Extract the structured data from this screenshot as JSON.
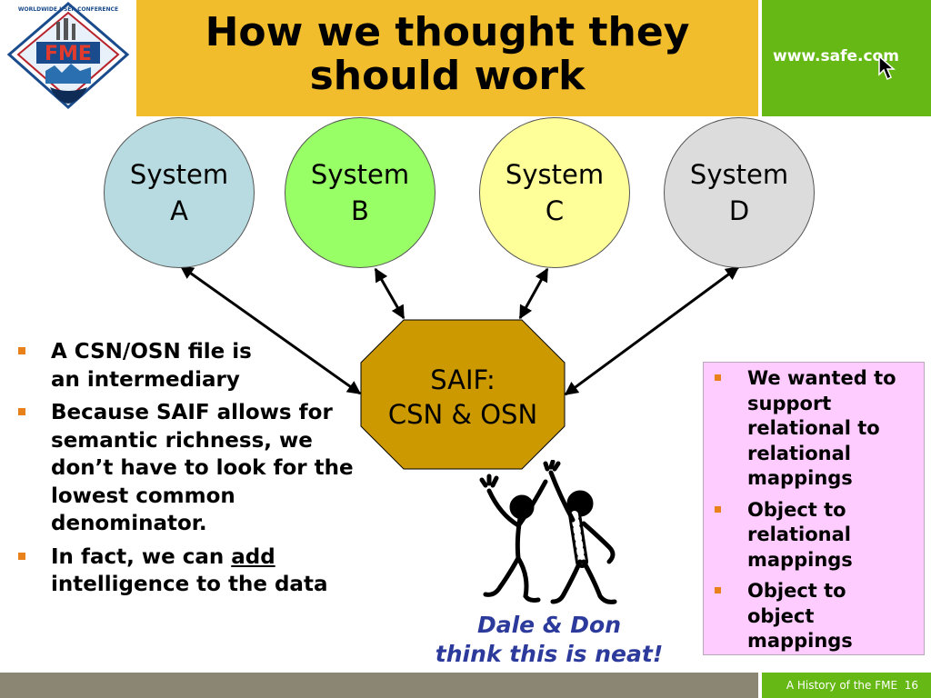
{
  "title": {
    "line1": "How we thought they",
    "line2": "should work"
  },
  "website": "www.safe.com",
  "logo": {
    "arc_text": "WORLDWIDE USER CONFERENCE",
    "letters": "FME",
    "icon": "fme-conference-logo"
  },
  "systems": [
    {
      "line1": "System",
      "line2": "A",
      "color": "#b7dbe0"
    },
    {
      "line1": "System",
      "line2": "B",
      "color": "#99ff66"
    },
    {
      "line1": "System",
      "line2": "C",
      "color": "#ffff99"
    },
    {
      "line1": "System",
      "line2": "D",
      "color": "#dcdcdc"
    }
  ],
  "hub": {
    "line1": "SAIF:",
    "line2": "CSN & OSN",
    "color": "#cc9900"
  },
  "left_bullets": [
    {
      "text": "A CSN/OSN file is an intermediary"
    },
    {
      "text": "Because SAIF allows for semantic richness, we don’t have to look for the lowest common denominator."
    },
    {
      "pre": "In fact, we can ",
      "underlined": "add",
      "post": " intelligence to the data"
    }
  ],
  "right_bullets": [
    "We wanted to support relational to relational mappings",
    "Object to relational mappings",
    "Object to object mappings"
  ],
  "caption": {
    "line1": "Dale & Don",
    "line2": "think this is neat!"
  },
  "clipart": "two-figures-high-five-icon",
  "footer": {
    "label": "A History of the FME",
    "page": "16"
  },
  "colors": {
    "title_bar": "#f2bd2c",
    "brand_green": "#66b814",
    "footer_bar": "#8b8574",
    "bullet": "#e8811a",
    "caption": "#2c3a9c",
    "pink_box": "#ffccff"
  }
}
